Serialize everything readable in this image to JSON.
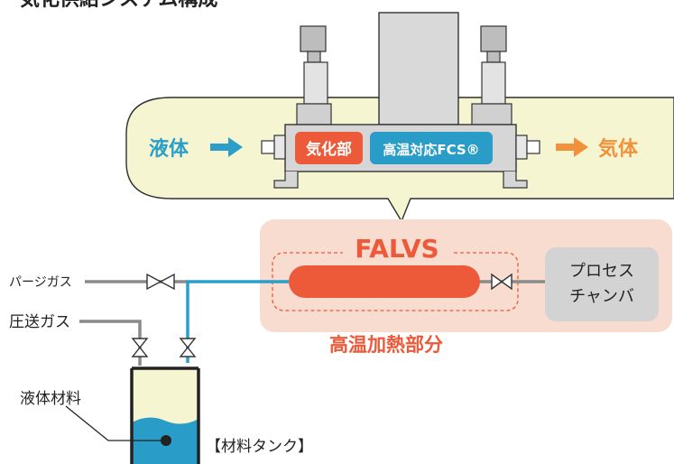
{
  "header": {
    "title": "気化供給システム構成"
  },
  "callout": {
    "input_label": "液体",
    "vaporizer_label": "気化部",
    "fcs_label": "高温対応FCS®",
    "output_label": "気体"
  },
  "system": {
    "name": "FALVS",
    "heated_zone_label": "高温加熱部分",
    "chamber_label_line1": "プロセス",
    "chamber_label_line2": "チャンバ"
  },
  "lines": {
    "purge_gas_label": "パージガス",
    "pressurize_gas_label": "圧送ガス"
  },
  "tank": {
    "material_label": "液体材料",
    "tank_label": "【材料タンク】"
  },
  "colors": {
    "liquid": "#2b9fc9",
    "gas": "#f0913c",
    "vaporizer": "#ec5a3a",
    "fcs": "#2a9cc8",
    "heated_text": "#ec5a3a",
    "heated_bg": "#f9dcd0",
    "callout_bg": "#f6f5d1",
    "chamber_bg": "#d3d3d3",
    "pipe_gray": "#8a8a8a"
  }
}
